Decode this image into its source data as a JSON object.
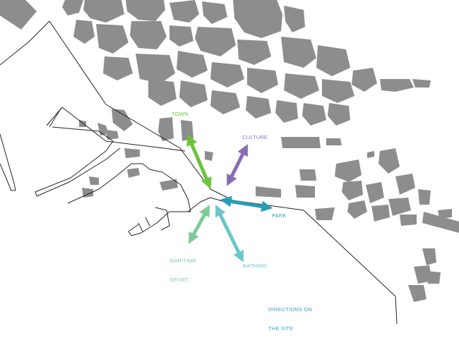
{
  "labels": {
    "town": "TOWN",
    "culture": "CULTURE",
    "park": "PARK",
    "maritime_sport_line1": "MARITIME",
    "maritime_sport_line2": "SPORT",
    "bathing": "BATHING",
    "legend_line1": "DIRECTIONS ON",
    "legend_line2": "THE SITE"
  },
  "colors": {
    "town": "#6cc33a",
    "culture": "#8a6cb4",
    "park": "#2a9cb7",
    "maritime_sport": "#7dcb9a",
    "bathing": "#6cc5cc",
    "legend": "#3a9ec8",
    "buildings": "#8d8d8d",
    "coastline": "#222222"
  }
}
